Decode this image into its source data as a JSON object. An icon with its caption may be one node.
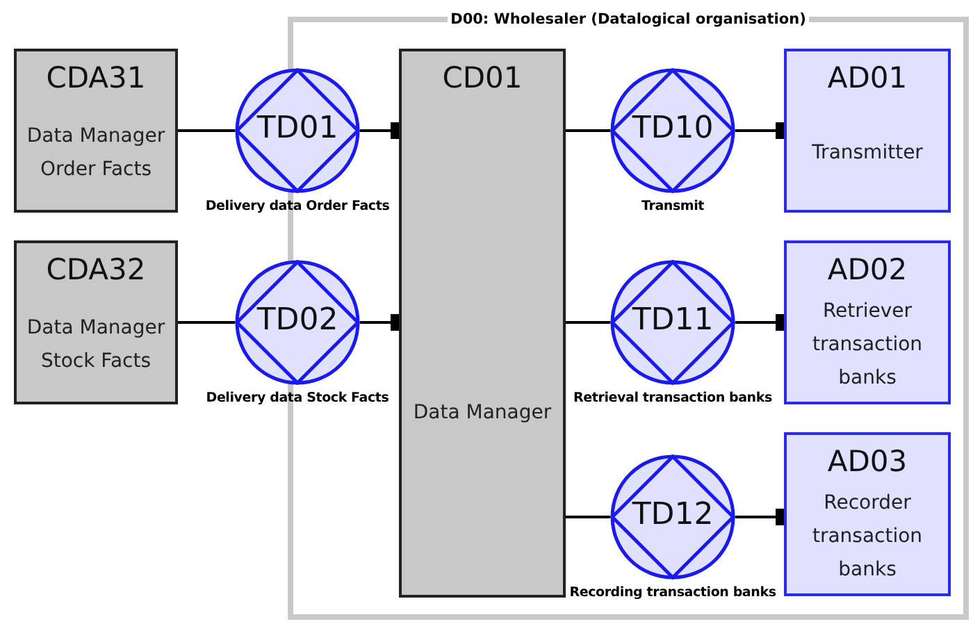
{
  "diagram": {
    "nodes": [
      {
        "text": [
          "D00: Wholesaler (Datalogical organisation)"
        ]
      },
      {
        "text": [
          "CDA31",
          "Data Manager Order Facts"
        ]
      },
      {
        "text": [
          "TD01"
        ],
        "beside": [
          "Delivery data Order Facts"
        ]
      },
      {
        "text": [
          "CDA32",
          "Data Manager Stock Facts"
        ]
      },
      {
        "text": [
          "TD02"
        ],
        "beside": [
          "Delivery data Stock Facts"
        ]
      },
      {
        "text": [
          "CD01",
          "Data Manager"
        ],
        "in": 0
      },
      {
        "text": [
          "TD10"
        ],
        "beside": [
          "Transmit"
        ],
        "in": 0
      },
      {
        "text": [
          "AD01",
          "Transmitter"
        ],
        "in": 0
      },
      {
        "text": [
          "TD11"
        ],
        "beside": [
          "Retrieval transaction banks"
        ],
        "in": 0
      },
      {
        "text": [
          "AD02",
          "Retriever transaction banks"
        ],
        "in": 0
      },
      {
        "text": [
          "TD12"
        ],
        "beside": [
          "Recording transaction banks"
        ],
        "in": 0
      },
      {
        "text": [
          "AD03",
          "Recorder transaction banks"
        ],
        "in": 0
      }
    ],
    "edges": [
      {
        "from": 1,
        "to": 2,
        "arrow": "none"
      },
      {
        "from": 2,
        "to": 5,
        "arrow": "other"
      },
      {
        "from": 3,
        "to": 4,
        "arrow": "none"
      },
      {
        "from": 4,
        "to": 5,
        "arrow": "other"
      },
      {
        "from": 5,
        "to": 6,
        "arrow": "none"
      },
      {
        "from": 6,
        "to": 7,
        "arrow": "other"
      },
      {
        "from": 5,
        "to": 8,
        "arrow": "none"
      },
      {
        "from": 8,
        "to": 9,
        "arrow": "other"
      },
      {
        "from": 5,
        "to": 10,
        "arrow": "none"
      },
      {
        "from": 10,
        "to": 11,
        "arrow": "other"
      }
    ]
  }
}
